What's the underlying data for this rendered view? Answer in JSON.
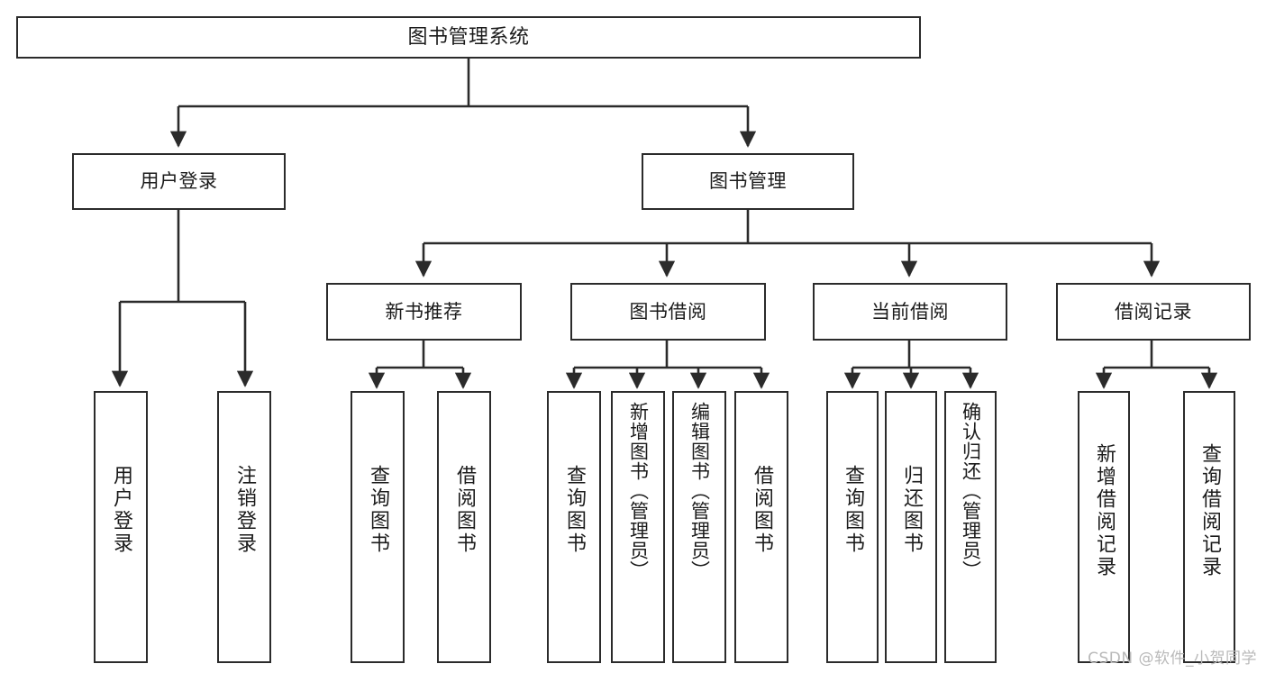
{
  "diagram": {
    "title": "图书管理系统",
    "type": "tree-hierarchy",
    "watermark": "CSDN @软件_小贺同学",
    "colors": {
      "background": "#ffffff",
      "box_border": "#2b2b2b",
      "box_fill": "#ffffff",
      "text": "#1b1b1b",
      "edge": "#2b2b2b",
      "watermark": "#b9b9b9"
    },
    "root": {
      "label": "图书管理系统"
    },
    "level1": [
      {
        "label": "用户登录"
      },
      {
        "label": "图书管理"
      }
    ],
    "level2": [
      {
        "label": "新书推荐"
      },
      {
        "label": "图书借阅"
      },
      {
        "label": "当前借阅"
      },
      {
        "label": "借阅记录"
      }
    ],
    "leaves": {
      "user_login": [
        {
          "label": "用户登录"
        },
        {
          "label": "注销登录"
        }
      ],
      "new_book_recommend": [
        {
          "label": "查询图书"
        },
        {
          "label": "借阅图书"
        }
      ],
      "book_borrow": [
        {
          "label": "查询图书"
        },
        {
          "label": "新增图书（管理员）"
        },
        {
          "label": "编辑图书（管理员）"
        },
        {
          "label": "借阅图书"
        }
      ],
      "current_borrow": [
        {
          "label": "查询图书"
        },
        {
          "label": "归还图书"
        },
        {
          "label": "确认归还（管理员）"
        }
      ],
      "borrow_records": [
        {
          "label": "新增借阅记录"
        },
        {
          "label": "查询借阅记录"
        }
      ]
    }
  }
}
